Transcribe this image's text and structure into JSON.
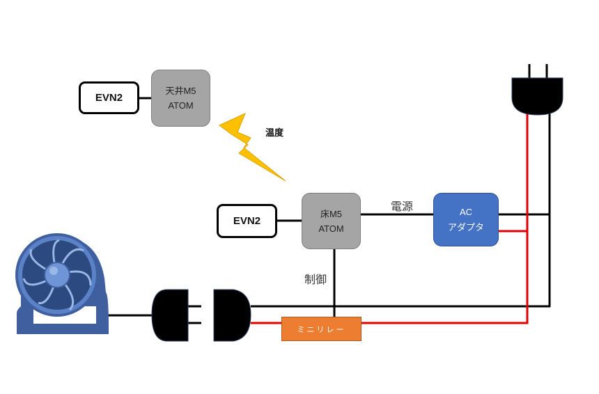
{
  "diagram": {
    "nodes": {
      "evn2_ceiling": {
        "label": "EVN2"
      },
      "ceiling_atom": {
        "line1": "天井M5",
        "line2": "ATOM"
      },
      "evn2_floor": {
        "label": "EVN2"
      },
      "floor_atom": {
        "line1": "床M5",
        "line2": "ATOM"
      },
      "ac_adapter": {
        "line1": "AC",
        "line2": "アダプタ"
      },
      "mini_relay": {
        "label": "ミニリレー"
      }
    },
    "labels": {
      "temperature": "温度",
      "power": "電源",
      "control": "制御"
    },
    "icons": {
      "wireless": "lightning-bolt-icon",
      "fan": "desk-fan-icon",
      "wall_plug": "power-plug-icon",
      "plug_female": "plug-socket-icon",
      "plug_male": "plug-icon"
    },
    "colors": {
      "atom_gray": "#a5a5a5",
      "adapter_blue": "#4472c4",
      "relay_orange": "#ed7d31",
      "lightning_yellow": "#ffc000",
      "live_wire_red": "#e00000",
      "wire_black": "#000000",
      "fan_blue": "#3f5f9e"
    }
  }
}
